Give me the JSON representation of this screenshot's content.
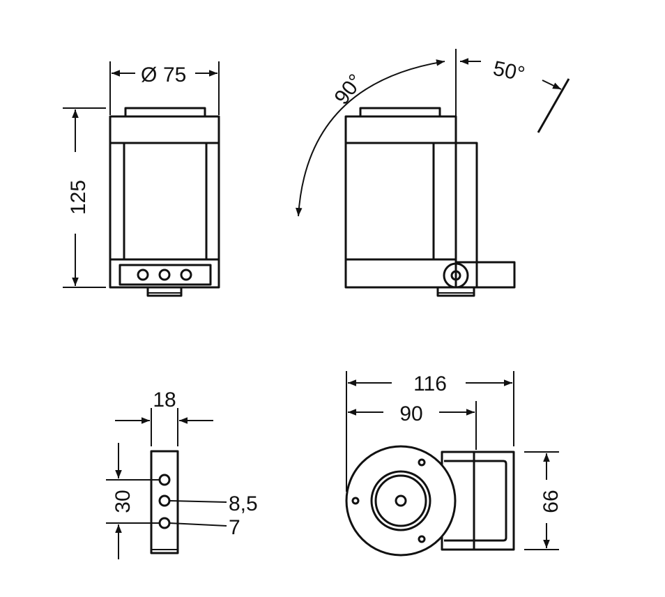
{
  "dimensions": {
    "diameter_symbol": "Ø",
    "diameter": "75",
    "height": "125",
    "rotate_90": "90°",
    "rotate_50": "50°",
    "bracket_width": "18",
    "hole_spacing": "30",
    "hole_large": "8,5",
    "hole_small": "7",
    "overall_length": "116",
    "length_to_pivot": "90",
    "bracket_height": "66"
  },
  "colors": {
    "line": "#111111",
    "background": "#ffffff"
  }
}
